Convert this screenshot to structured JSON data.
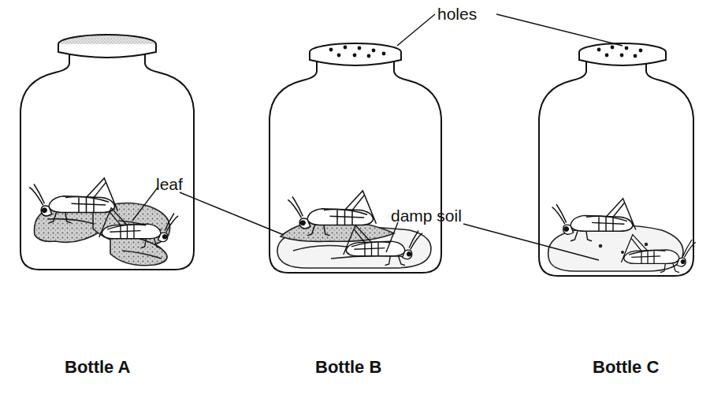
{
  "diagram": {
    "labels": [
      "holes",
      "leaf",
      "damp soil",
      "Bottle A",
      "Bottle B",
      "Bottle C"
    ]
  }
}
